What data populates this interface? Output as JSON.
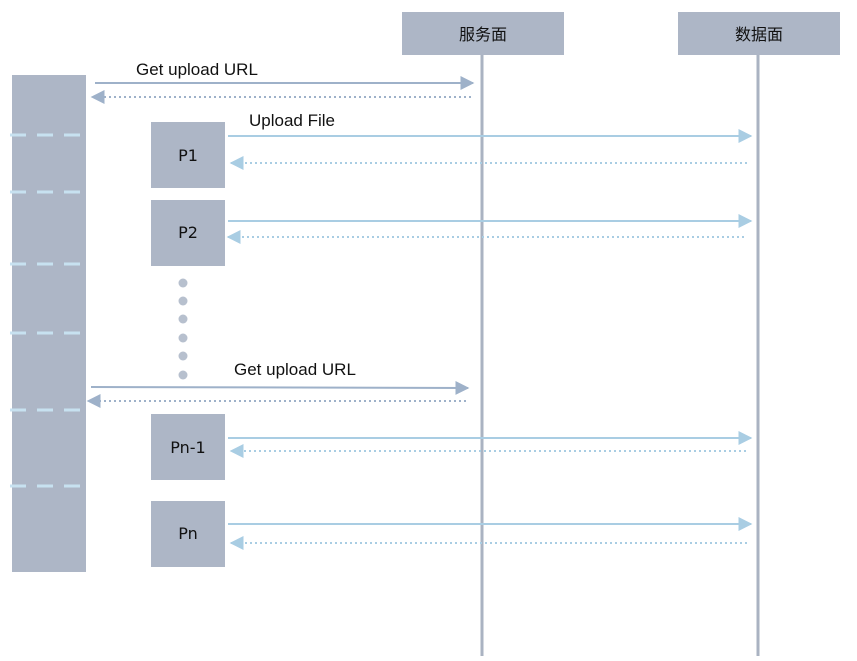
{
  "participants": {
    "service_plane": "服务面",
    "data_plane": "数据面"
  },
  "messages": {
    "get_upload_url_1": "Get upload URL",
    "upload_file": "Upload File",
    "get_upload_url_2": "Get upload URL"
  },
  "parts": {
    "p1": "P1",
    "p2": "P2",
    "pn_minus_1": "Pn-1",
    "pn": "Pn"
  },
  "colors": {
    "box_fill": "#adb6c6",
    "service_arrow": "#9eb1c9",
    "data_arrow": "#a9cde3",
    "dashed_divider": "#c7e1f0",
    "ellipsis_dot": "#b7c0ce",
    "lifeline": "#aab3c2"
  }
}
